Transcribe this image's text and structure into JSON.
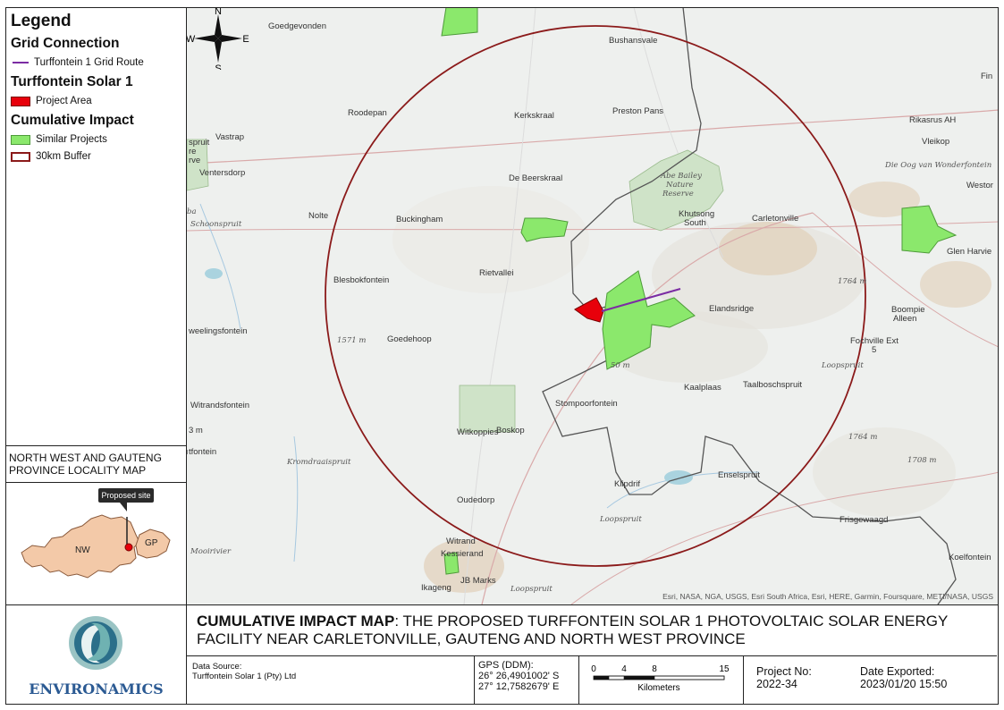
{
  "legend": {
    "title": "Legend",
    "sections": [
      {
        "heading": "Grid Connection",
        "items": [
          {
            "label": "Turffontein 1 Grid Route",
            "symbol": "purple-line"
          }
        ]
      },
      {
        "heading": "Turffontein Solar 1",
        "items": [
          {
            "label": "Project Area",
            "symbol": "red-fill"
          }
        ]
      },
      {
        "heading": "Cumulative Impact",
        "items": [
          {
            "label": "Similar Projects",
            "symbol": "green-fill"
          },
          {
            "label": "30km Buffer",
            "symbol": "red-outline"
          }
        ]
      }
    ]
  },
  "north_arrow": {
    "n": "N",
    "s": "S",
    "e": "E",
    "w": "W"
  },
  "locality": {
    "title": "NORTH WEST AND GAUTENG PROVINCE LOCALITY MAP",
    "callout": "Proposed site",
    "nw": "NW",
    "gp": "GP"
  },
  "map_labels": {
    "goedgevonden": "Goedgevonden",
    "bushansvale": "Bushansvale",
    "fin": "Fin",
    "roodepan": "Roodepan",
    "kerkskraal": "Kerkskraal",
    "preston_pans": "Preston Pans",
    "rikasrus": "Rikasrus AH",
    "vastrap": "Vastrap",
    "vleikop": "Vleikop",
    "dieoog": "Die Oog van Wonderfontein",
    "spruit": "spruit",
    "re": "re",
    "rve": "rve",
    "ventersdorp": "Ventersdorp",
    "debeerskraal": "De Beerskraal",
    "abebailey1": "Abe Bailey",
    "abebailey2": "Nature",
    "abebailey3": "Reserve",
    "westor": "Westor",
    "nolte": "Nolte",
    "buckingham": "Buckingham",
    "khutsong1": "Khutsong",
    "khutsong2": "South",
    "carletonville": "Carletonville",
    "glenharvie": "Glen Harvie",
    "schoonspruit": "Schoonspruit",
    "rietvallei": "Rietvallei",
    "elev1764a": "1764 m",
    "blesbokfontein": "Blesbokfontein",
    "elandsridge": "Elandsridge",
    "boompie1": "Boompie",
    "boompie2": "Alleen",
    "weelingsfontein": "weelingsfontein",
    "elev1571": "1571 m",
    "goedehoop": "Goedehoop",
    "elev50": "50 m",
    "fochville1": "Fochville Ext",
    "fochville2": "5",
    "loopspruit1": "Loopspruit",
    "kaalplaas": "Kaalplaas",
    "taalbosch": "Taalboschspruit",
    "stompoor": "Stompoorfontein",
    "witrandsfontein": "Witrandsfontein",
    "witkoppies": "Witkoppies",
    "boskop": "Boskop",
    "elev1764b": "1764 m",
    "tfontein": "tfontein",
    "elev1708": "1708 m",
    "klipdrif": "Klipdrif",
    "enselspruit": "Enselspruit",
    "oudedorp": "Oudedorp",
    "frisgewaagd": "Frisgewaagd",
    "witrand": "Witrand",
    "kessierand": "Kessierand",
    "koelfontein": "Koelfontein",
    "ikageng": "Ikageng",
    "jbmarks": "JB Marks",
    "loopspruit2": "Loopspruit",
    "loopspruit3": "Loopspruit",
    "mooirivier": "Mooirivier",
    "kromdraai": "Kromdraaispruit",
    "ba": "ba",
    "m3": "3 m"
  },
  "attribution": "Esri, NASA, NGA, USGS, Esri South Africa, Esri, HERE, Garmin, Foursquare, METI/NASA, USGS",
  "titleblock": {
    "logo_text": "ENVIRONAMICS",
    "title_bold": "CUMULATIVE IMPACT MAP",
    "title_rest": ": THE PROPOSED TURFFONTEIN SOLAR 1 PHOTOVOLTAIC SOLAR ENERGY FACILITY NEAR CARLETONVILLE, GAUTENG  AND NORTH WEST PROVINCE",
    "data_source_label": "Data Source:",
    "data_source": "Turffontein Solar 1 (Pty) Ltd",
    "gps_label": "GPS (DDM):",
    "gps_lat": "26° 26,4901002' S",
    "gps_lon": "27° 12,7582679' E",
    "scale_ticks": [
      "0",
      "4",
      "8",
      "15"
    ],
    "scale_unit": "Kilometers",
    "project_label": "Project No:",
    "project_no": "2022-34",
    "date_label": "Date Exported:",
    "date_value": "2023/01/20 15:50"
  },
  "colors": {
    "grid_route": "#7b2ca3",
    "project_area": "#e8000b",
    "similar_projects": "#8be86c",
    "buffer": "#8b1a1a",
    "logo": "#2b5a93"
  }
}
